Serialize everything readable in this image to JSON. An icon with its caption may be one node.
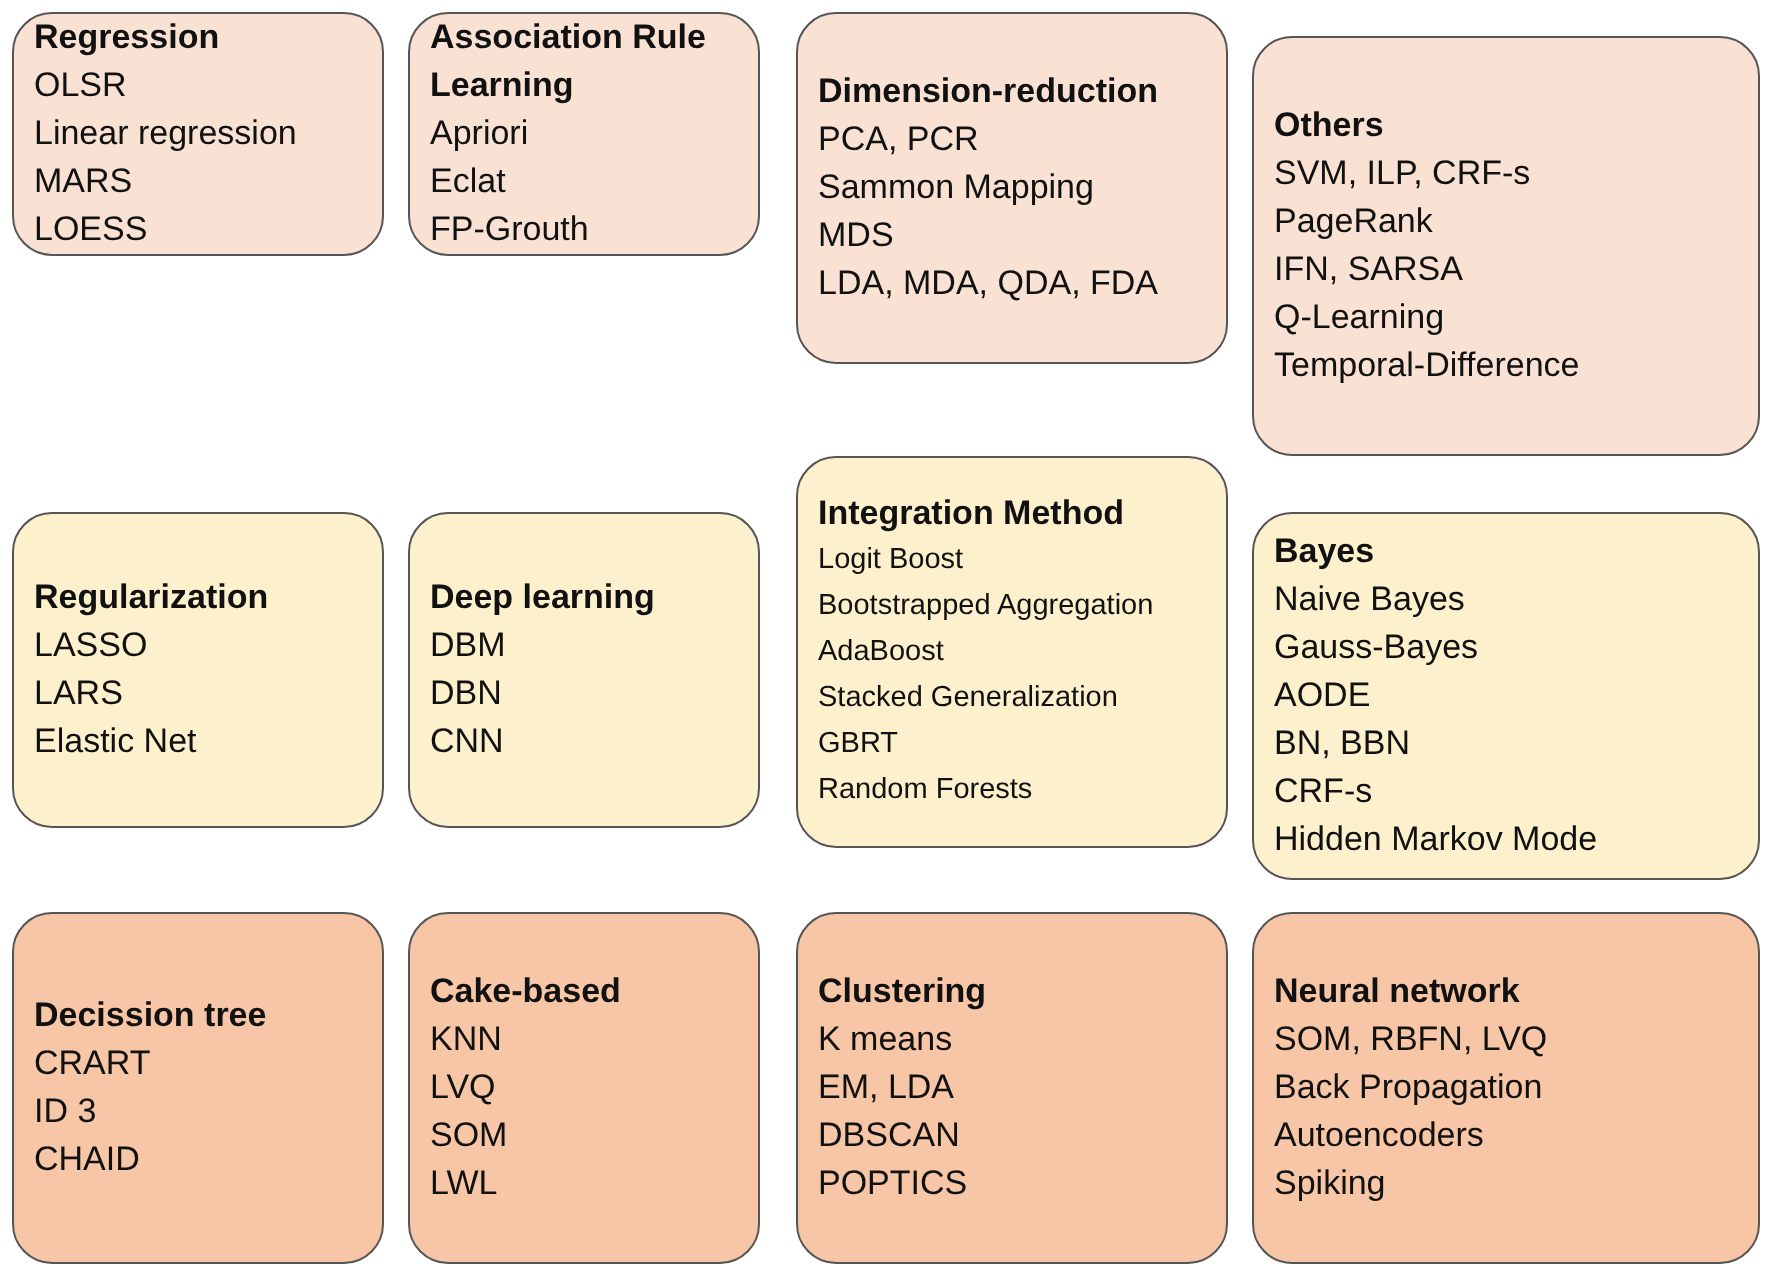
{
  "diagram": {
    "nodes": [
      {
        "text": [
          "Regression",
          "OLSR",
          "Linear regression",
          "MARS",
          "LOESS"
        ]
      },
      {
        "text": [
          "Association Rule Learning",
          "Apriori",
          "Eclat",
          "FP-Grouth"
        ]
      },
      {
        "text": [
          "Dimension-reduction",
          "PCA, PCR",
          "Sammon Mapping",
          "MDS",
          "LDA, MDA, QDA, FDA"
        ]
      },
      {
        "text": [
          "Others",
          "SVM, ILP, CRF-s",
          "PageRank",
          "IFN, SARSA",
          "Q-Learning",
          "Temporal-Difference"
        ]
      },
      {
        "text": [
          "Regularization",
          "LASSO",
          "LARS",
          "Elastic Net"
        ]
      },
      {
        "text": [
          "Deep learning",
          "DBM",
          "DBN",
          "CNN"
        ]
      },
      {
        "text": [
          "Integration Method",
          "Logit Boost",
          "Bootstrapped Aggregation",
          "AdaBoost",
          "Stacked Generalization",
          "GBRT",
          "Random Forests"
        ]
      },
      {
        "text": [
          "Bayes",
          "Naive Bayes",
          "Gauss-Bayes",
          "AODE",
          "BN, BBN",
          "CRF-s",
          "Hidden Markov Mode"
        ]
      },
      {
        "text": [
          "Decission tree",
          "CRART",
          "ID 3",
          "CHAID"
        ]
      },
      {
        "text": [
          "Cake-based",
          "KNN",
          "LVQ",
          "SOM",
          "LWL"
        ]
      },
      {
        "text": [
          "Clustering",
          "K means",
          "EM, LDA",
          "DBSCAN",
          "POPTICS"
        ]
      },
      {
        "text": [
          "Neural network",
          "SOM, RBFN, LVQ",
          "Back Propagation",
          "Autoencoders",
          "Spiking"
        ]
      }
    ]
  }
}
